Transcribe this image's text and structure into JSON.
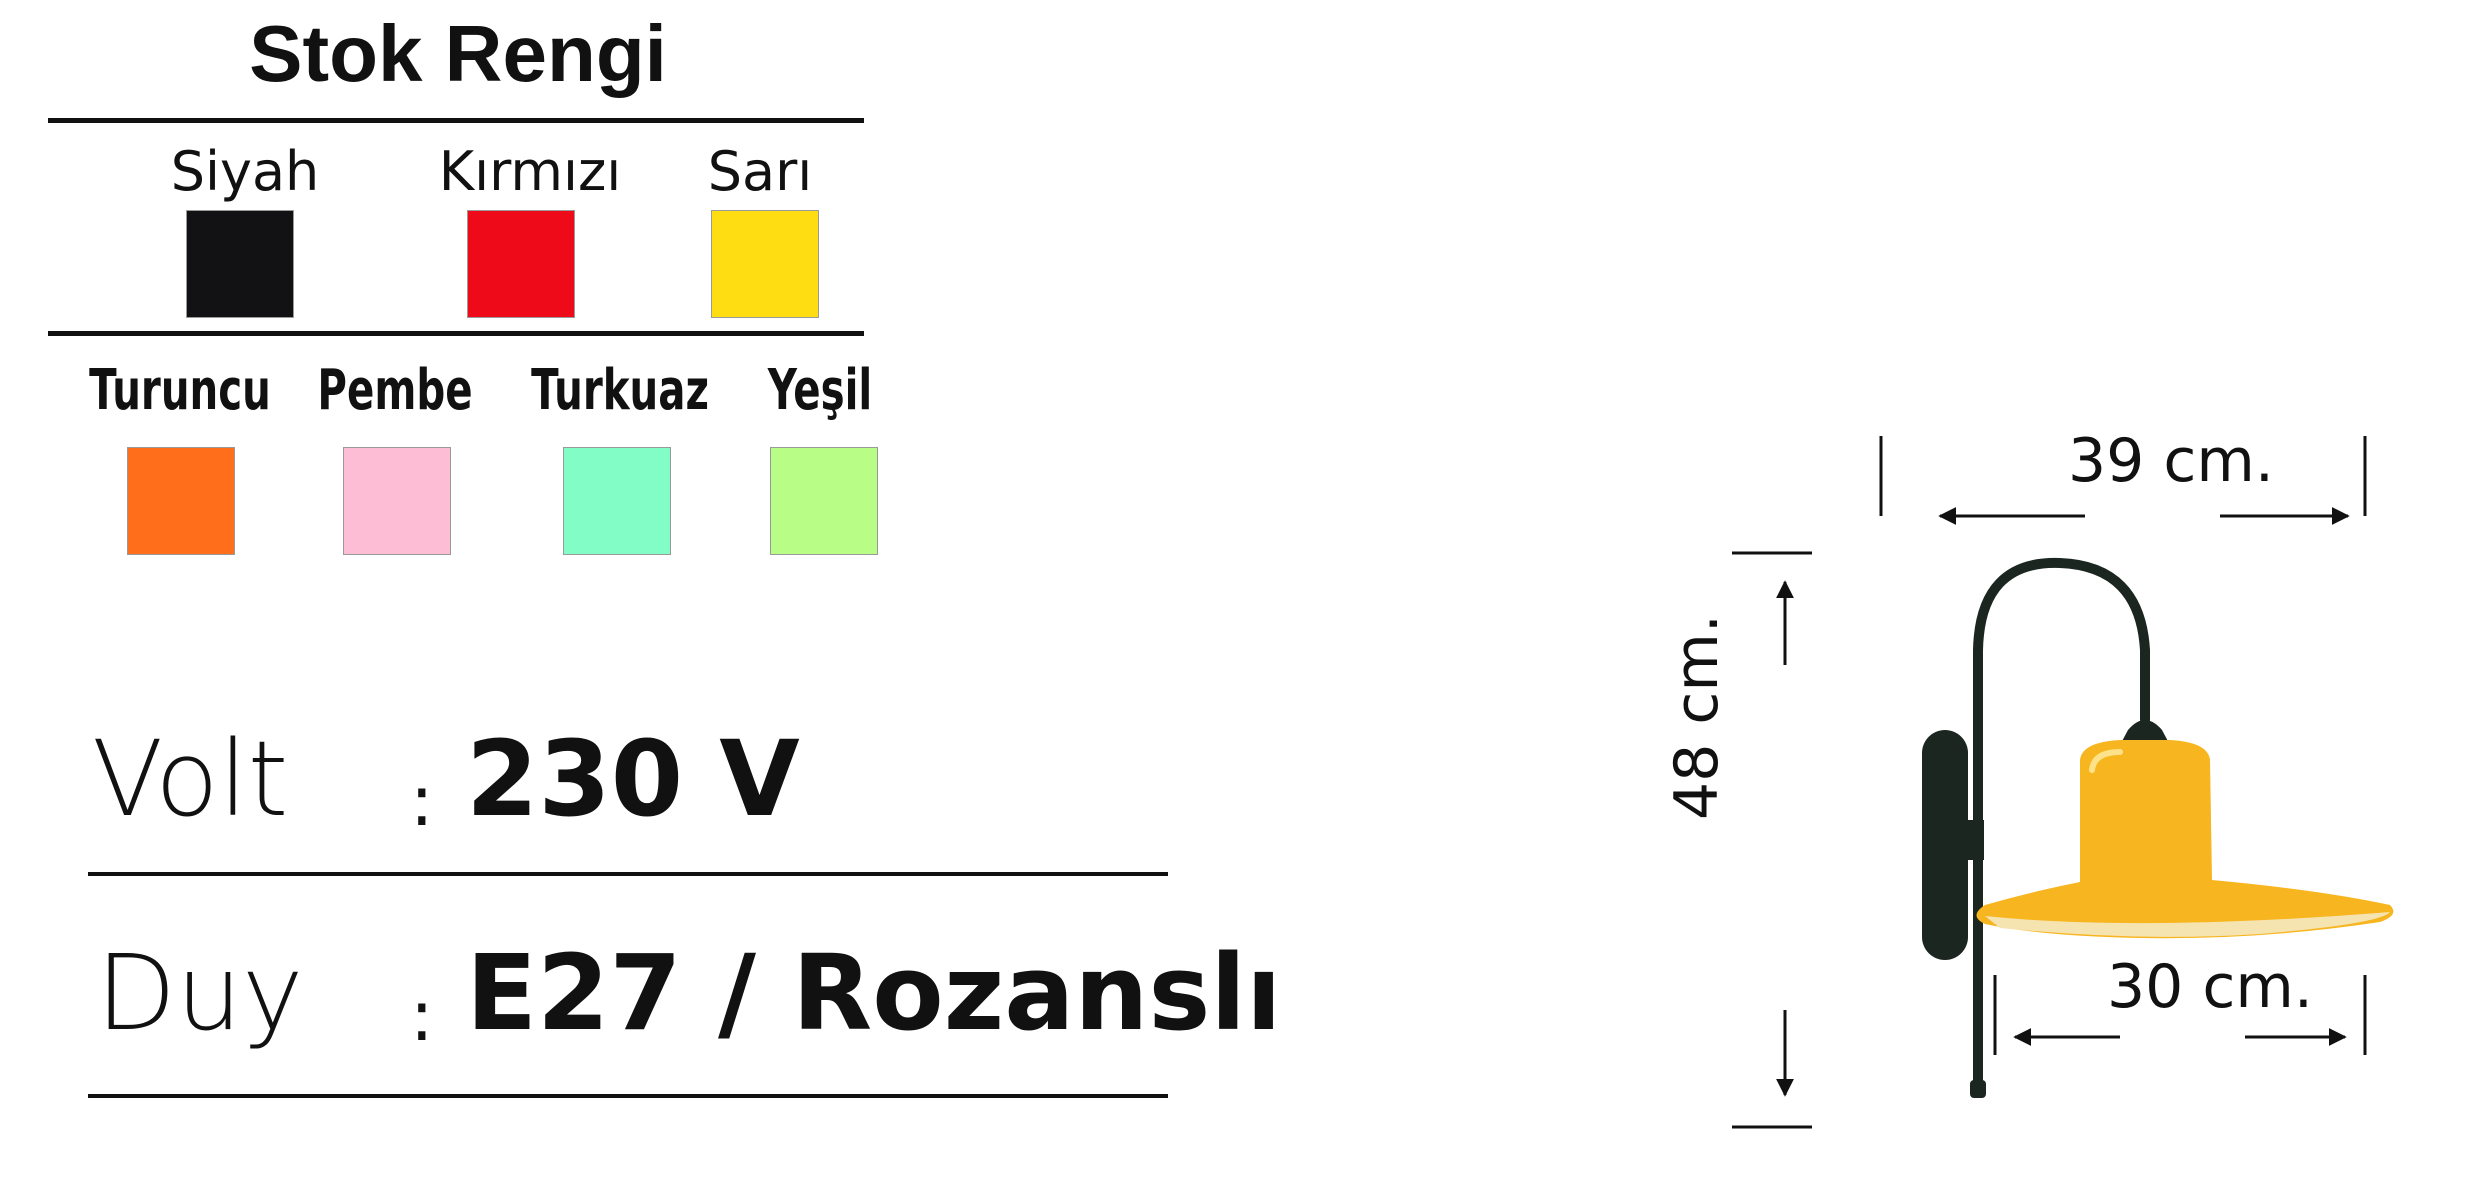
{
  "stock": {
    "title": "Stok Rengi",
    "row1": [
      {
        "name": "Siyah",
        "color": "#121214"
      },
      {
        "name": "Kırmızı",
        "color": "#ee0a18"
      },
      {
        "name": "Sarı",
        "color": "#fedd12"
      }
    ],
    "row2": [
      {
        "name": "Turuncu",
        "color": "#ff6e1a"
      },
      {
        "name": "Pembe",
        "color": "#fdbdd5"
      },
      {
        "name": "Turkuaz",
        "color": "#82fdc5"
      },
      {
        "name": "Yeşil",
        "color": "#b8fd86"
      }
    ]
  },
  "specs": {
    "volt": {
      "label": "Volt",
      "colon": ":",
      "value": "230 V"
    },
    "duy": {
      "label": "Duy",
      "colon": ":",
      "value": "E27 / Rozanslı"
    }
  },
  "dimensions": {
    "width_top": "39 cm.",
    "width_bottom": "30 cm.",
    "height": "48 cm."
  },
  "product": {
    "shade_color": "#f7b51f",
    "arm_color": "#1b2620"
  }
}
